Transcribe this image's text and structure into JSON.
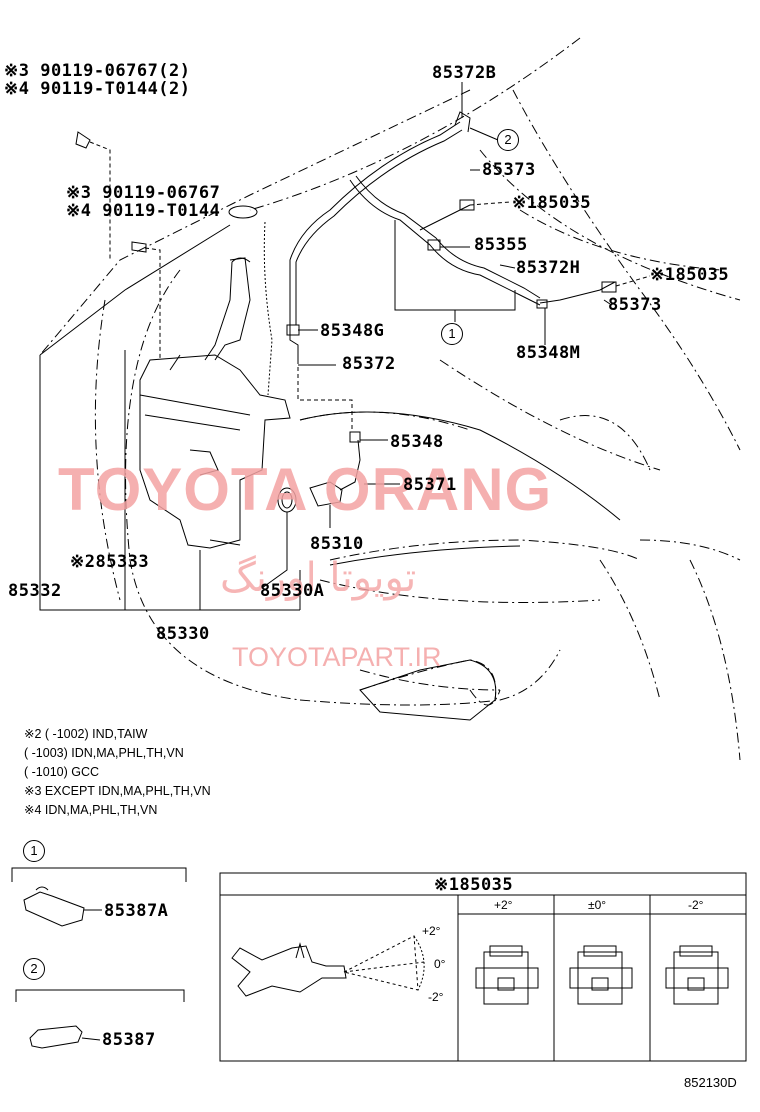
{
  "watermarks": {
    "brand": "TOYOTA ORANG",
    "persian": "تویوتا اورنگ",
    "site": "TOYOTAPART.IR",
    "brand_color": "#f4a3a3"
  },
  "parts": {
    "bolt_a_line1": "※3 90119-06767(2)",
    "bolt_a_line2": "※4 90119-T0144(2)",
    "bolt_b_line1": "※3 90119-06767",
    "bolt_b_line2": "※4 90119-T0144",
    "p85372B": "85372B",
    "p85373_top": "85373",
    "p85035_top": "※185035",
    "p85355": "85355",
    "p85372H": "85372H",
    "p85035_right": "※185035",
    "p85373_right": "85373",
    "p85348M": "85348M",
    "p85348G": "85348G",
    "p85372": "85372",
    "p85348": "85348",
    "p85371": "85371",
    "p85310": "85310",
    "p85333": "※285333",
    "p85332": "85332",
    "p85330A": "85330A",
    "p85330": "85330",
    "callout1": "1",
    "callout2": "2"
  },
  "notes": [
    "※2 (      -1002) IND,TAIW",
    "      (      -1003) IDN,MA,PHL,TH,VN",
    "      (      -1010) GCC",
    "※3 EXCEPT IDN,MA,PHL,TH,VN",
    "※4 IDN,MA,PHL,TH,VN"
  ],
  "detail1": {
    "circle": "1",
    "part": "85387A"
  },
  "detail2": {
    "circle": "2",
    "part": "85387"
  },
  "nozzle_table": {
    "title": "※185035",
    "angle_top": "+2°",
    "angle_mid": "0°",
    "angle_bot": "-2°",
    "columns": [
      "+2°",
      "±0°",
      "-2°"
    ]
  },
  "diagram_code": "852130D"
}
